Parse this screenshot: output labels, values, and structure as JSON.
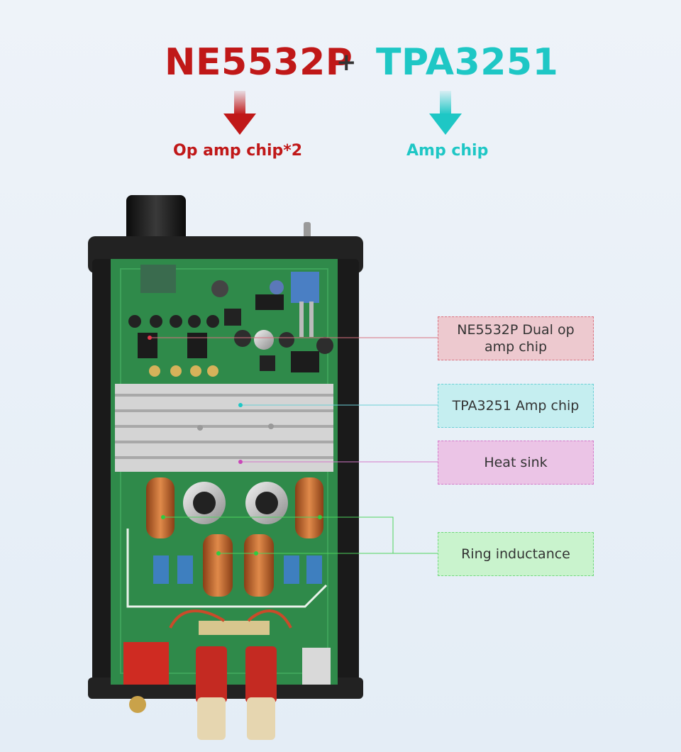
{
  "header": {
    "chip1": "NE5532P",
    "plus": "+",
    "chip2": "TPA3251",
    "caption1": "Op amp chip*2",
    "caption2": "Amp chip"
  },
  "labels": {
    "opamp": "NE5532P Dual op amp chip",
    "ampchip": "TPA3251 Amp chip",
    "heatsink": "Heat sink",
    "inductance": "Ring inductance"
  },
  "colors": {
    "red": "#c01818",
    "teal": "#1ec7c5",
    "pcb": "#2f8a4a",
    "enclosure": "#1c1c1c"
  }
}
